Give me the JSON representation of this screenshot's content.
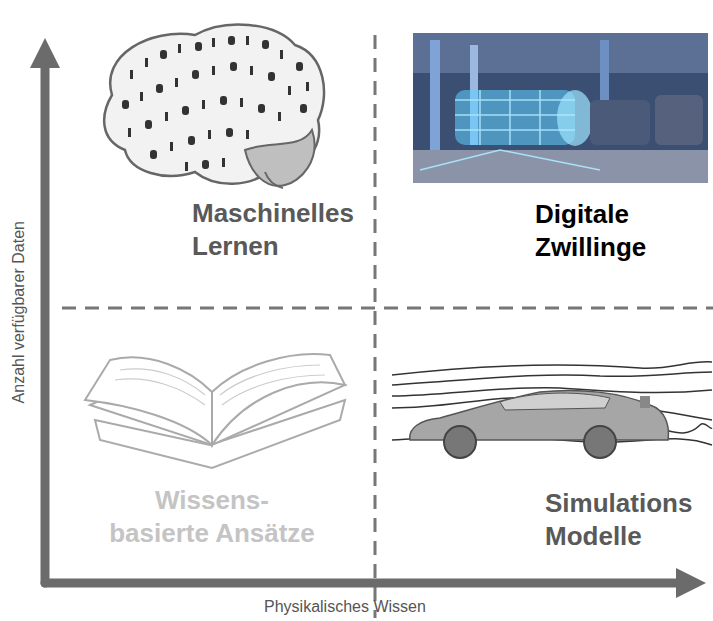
{
  "diagram": {
    "labels": [
      "Maschinelles Lernen",
      "Digitale Zwillinge",
      "Wissens- basierte Ansätze",
      "Simulations Modelle",
      "Anzahl verfügbarer Daten",
      "Physikalisches Wissen"
    ]
  }
}
